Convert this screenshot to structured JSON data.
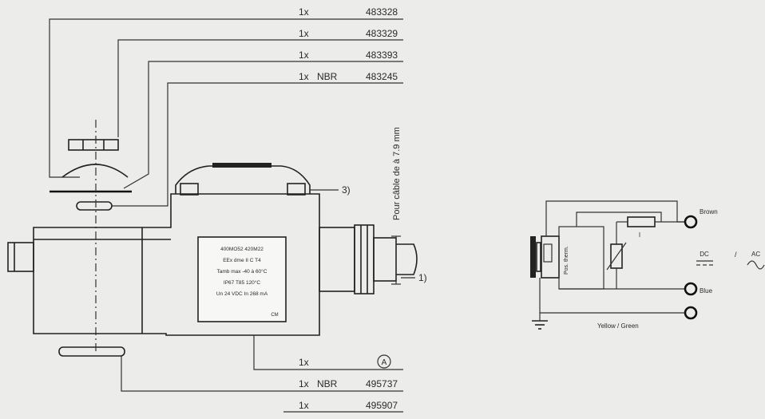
{
  "parts_list": [
    {
      "qty": "1x",
      "material": "",
      "part_no": "483328"
    },
    {
      "qty": "1x",
      "material": "",
      "part_no": "483329"
    },
    {
      "qty": "1x",
      "material": "",
      "part_no": "483393"
    },
    {
      "qty": "1x",
      "material": "NBR",
      "part_no": "483245"
    },
    {
      "qty": "1x",
      "material": "",
      "part_no": "A"
    },
    {
      "qty": "1x",
      "material": "NBR",
      "part_no": "495737"
    },
    {
      "qty": "1x",
      "material": "",
      "part_no": "495907"
    }
  ],
  "callouts": {
    "cable": "Pour câble de à 7.9 mm",
    "ref_3": "3)",
    "ref_1": "1)"
  },
  "nameplate": [
    "400MO52 420M22",
    "EEx dme II C T4",
    "Tamb max -40 à 60°C",
    "IP67 T85 120°C",
    "Un 24 VDC In 268 mA",
    "CM"
  ],
  "wiring": {
    "terminal_brown": "Brown",
    "terminal_blue": "Blue",
    "ground_label": "Yellow / Green",
    "thermal_label": "Pos. therm.",
    "fuse_label": "I",
    "supply_dc": "DC",
    "supply_sep": "/",
    "supply_ac": "AC"
  }
}
